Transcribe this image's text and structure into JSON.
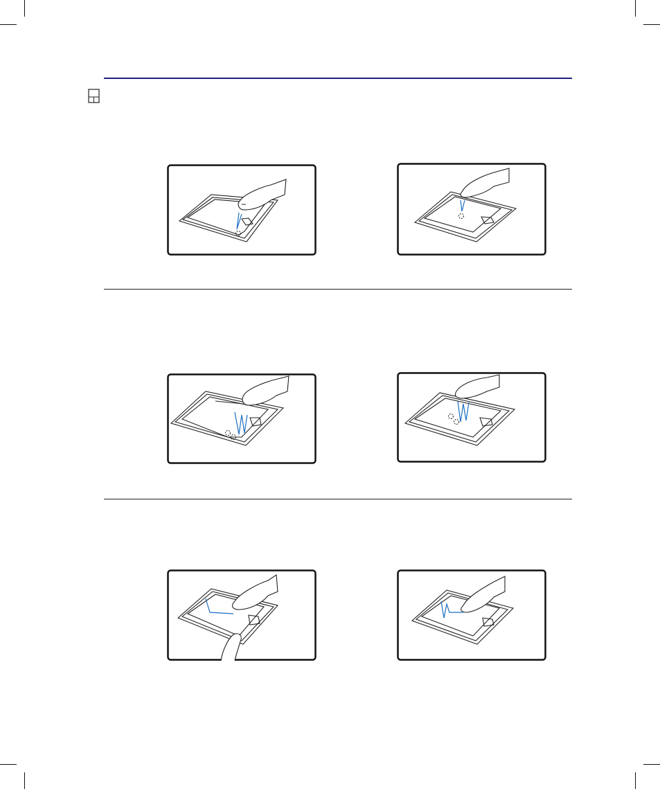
{
  "page": {
    "rule_color": "#1f1f7a",
    "accent_color": "#1b6fc1"
  },
  "figures": [
    {
      "row": 1,
      "side": "left",
      "gesture": "tap-click"
    },
    {
      "row": 1,
      "side": "right",
      "gesture": "tap-click"
    },
    {
      "row": 2,
      "side": "left",
      "gesture": "double-click"
    },
    {
      "row": 2,
      "side": "right",
      "gesture": "double-tap"
    },
    {
      "row": 3,
      "side": "left",
      "gesture": "drag-with-button"
    },
    {
      "row": 3,
      "side": "right",
      "gesture": "drag-with-tap"
    }
  ],
  "icons": {
    "note": "note-icon"
  }
}
